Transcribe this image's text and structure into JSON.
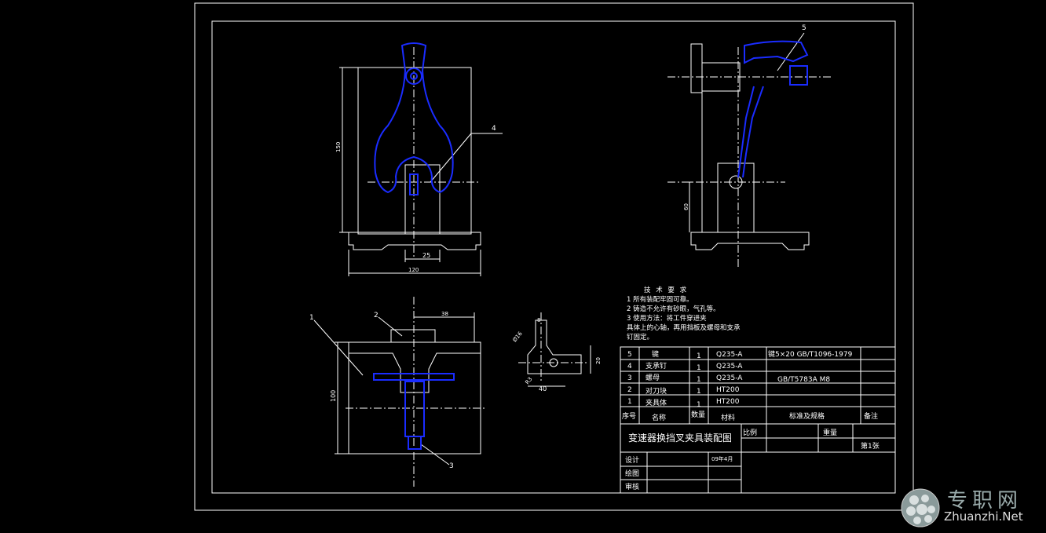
{
  "tech_requirements": {
    "heading": "技 术 要 求",
    "items": [
      "1  所有装配牢固可靠。",
      "2  铸造不允许有砂眼，气孔等。",
      "3  使用方法：将工件穿进夹",
      "具体上的心轴，再用挡板及螺母和支承",
      "钉固定。"
    ]
  },
  "parts_list": [
    {
      "no": "5",
      "name": "键",
      "qty": "1",
      "material": "Q235-A",
      "standard": "键5×20 GB/T1096-1979"
    },
    {
      "no": "4",
      "name": "支承钉",
      "qty": "1",
      "material": "Q235-A",
      "standard": ""
    },
    {
      "no": "3",
      "name": "螺母",
      "qty": "1",
      "material": "Q235-A",
      "standard": "GB/T5783A M8"
    },
    {
      "no": "2",
      "name": "对刀块",
      "qty": "1",
      "material": "HT200",
      "standard": ""
    },
    {
      "no": "1",
      "name": "夹具体",
      "qty": "1",
      "material": "HT200",
      "standard": ""
    }
  ],
  "parts_header": {
    "no": "序号",
    "name": "名称",
    "qty": "数量",
    "material": "材料",
    "standard": "标准及规格",
    "remark": "备注"
  },
  "title_block": {
    "title": "变速器换挡叉夹具装配图",
    "scale_label": "比例",
    "weight_label": "重量",
    "sheet": "第1张",
    "design_label": "设计",
    "date": "09年4月",
    "drawing_label": "绘图",
    "review_label": "审核"
  },
  "balloons": [
    "1",
    "2",
    "3",
    "4",
    "5"
  ],
  "dimensions": {
    "width_120": "120",
    "width_25": "25",
    "height_150": "150",
    "height_60": "60",
    "height_100": "100",
    "top_38": "38",
    "detail_40": "40",
    "detail_20": "20",
    "detail_phi": "Ø16",
    "detail_r": "R3",
    "detail_8": "8"
  },
  "watermark": {
    "cn": "专职网",
    "en": "Zhuanzhi.Net"
  },
  "colors": {
    "line": "#ffffff",
    "part": "#1a2cff",
    "background": "#000000"
  }
}
